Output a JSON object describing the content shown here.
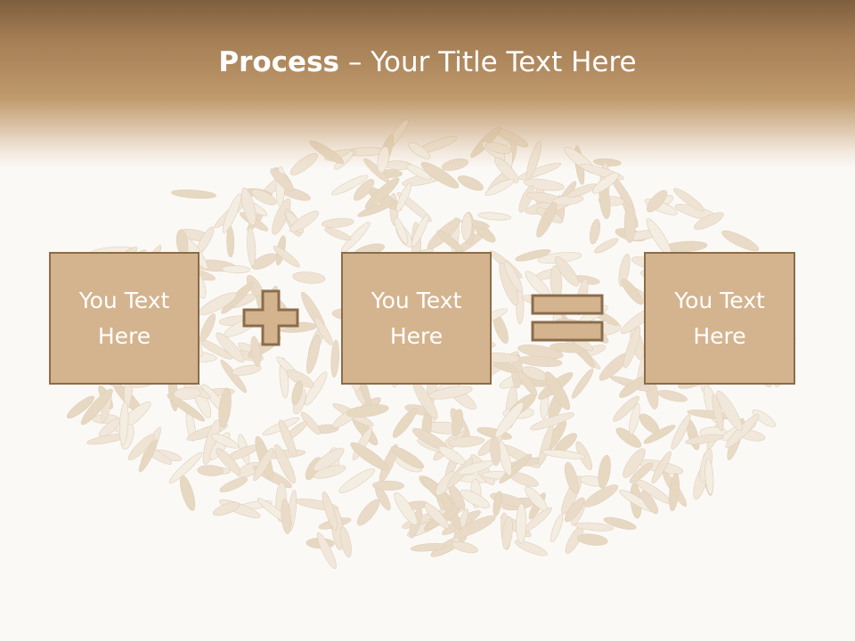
{
  "title": {
    "bold": "Process",
    "dash": " – ",
    "rest": "Your Title Text Here"
  },
  "boxes": [
    {
      "line1": "You Text",
      "line2": "Here"
    },
    {
      "line1": "You Text",
      "line2": "Here"
    },
    {
      "line1": "You Text",
      "line2": "Here"
    }
  ],
  "colors": {
    "header_dark": "#7d5f3e",
    "header_light": "#bf9a6c",
    "box_fill": "#d4b48e",
    "box_border": "#8b6c4b",
    "text": "#ffffff"
  },
  "icons": [
    "plus-icon",
    "equals-icon"
  ]
}
